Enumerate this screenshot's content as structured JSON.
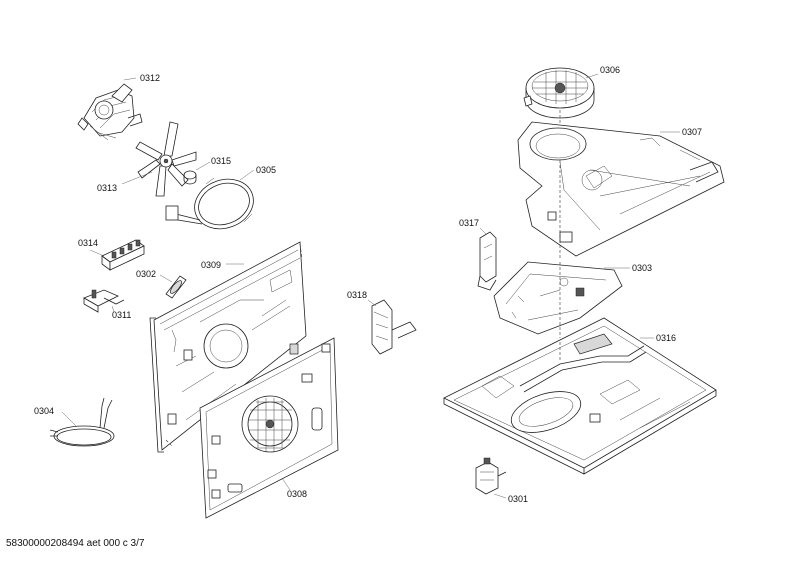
{
  "diagram": {
    "footer": "58300000208494 aet 000 c 3/7",
    "parts": {
      "p0312": "0312",
      "p0313": "0313",
      "p0315": "0315",
      "p0305": "0305",
      "p0314": "0314",
      "p0302": "0302",
      "p0309": "0309",
      "p0311": "0311",
      "p0318": "0318",
      "p0304": "0304",
      "p0308": "0308",
      "p0306": "0306",
      "p0307": "0307",
      "p0317": "0317",
      "p0303": "0303",
      "p0316": "0316",
      "p0301": "0301"
    }
  }
}
